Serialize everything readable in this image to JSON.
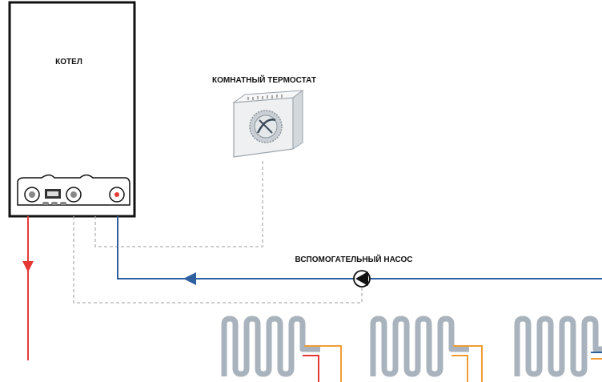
{
  "labels": {
    "boiler": "КОТЕЛ",
    "thermostat": "КОМНАТНЫЙ ТЕРМОСТАТ",
    "pump": "ВСПОМОГАТЕЛЬНЫЙ НАСОС"
  },
  "colors": {
    "supply_line": "#e53935",
    "return_line": "#2e5f9e",
    "control_wire": "#b0b0b0",
    "underfloor_loop": "#a9b3bd",
    "zone_flow": "#e53935",
    "zone_return": "#f39c34",
    "boiler_outline": "#111111"
  },
  "icons": [
    "boiler",
    "control-panel",
    "thermostat-dial",
    "pump-symbol",
    "flow-arrow",
    "underfloor-coil"
  ]
}
